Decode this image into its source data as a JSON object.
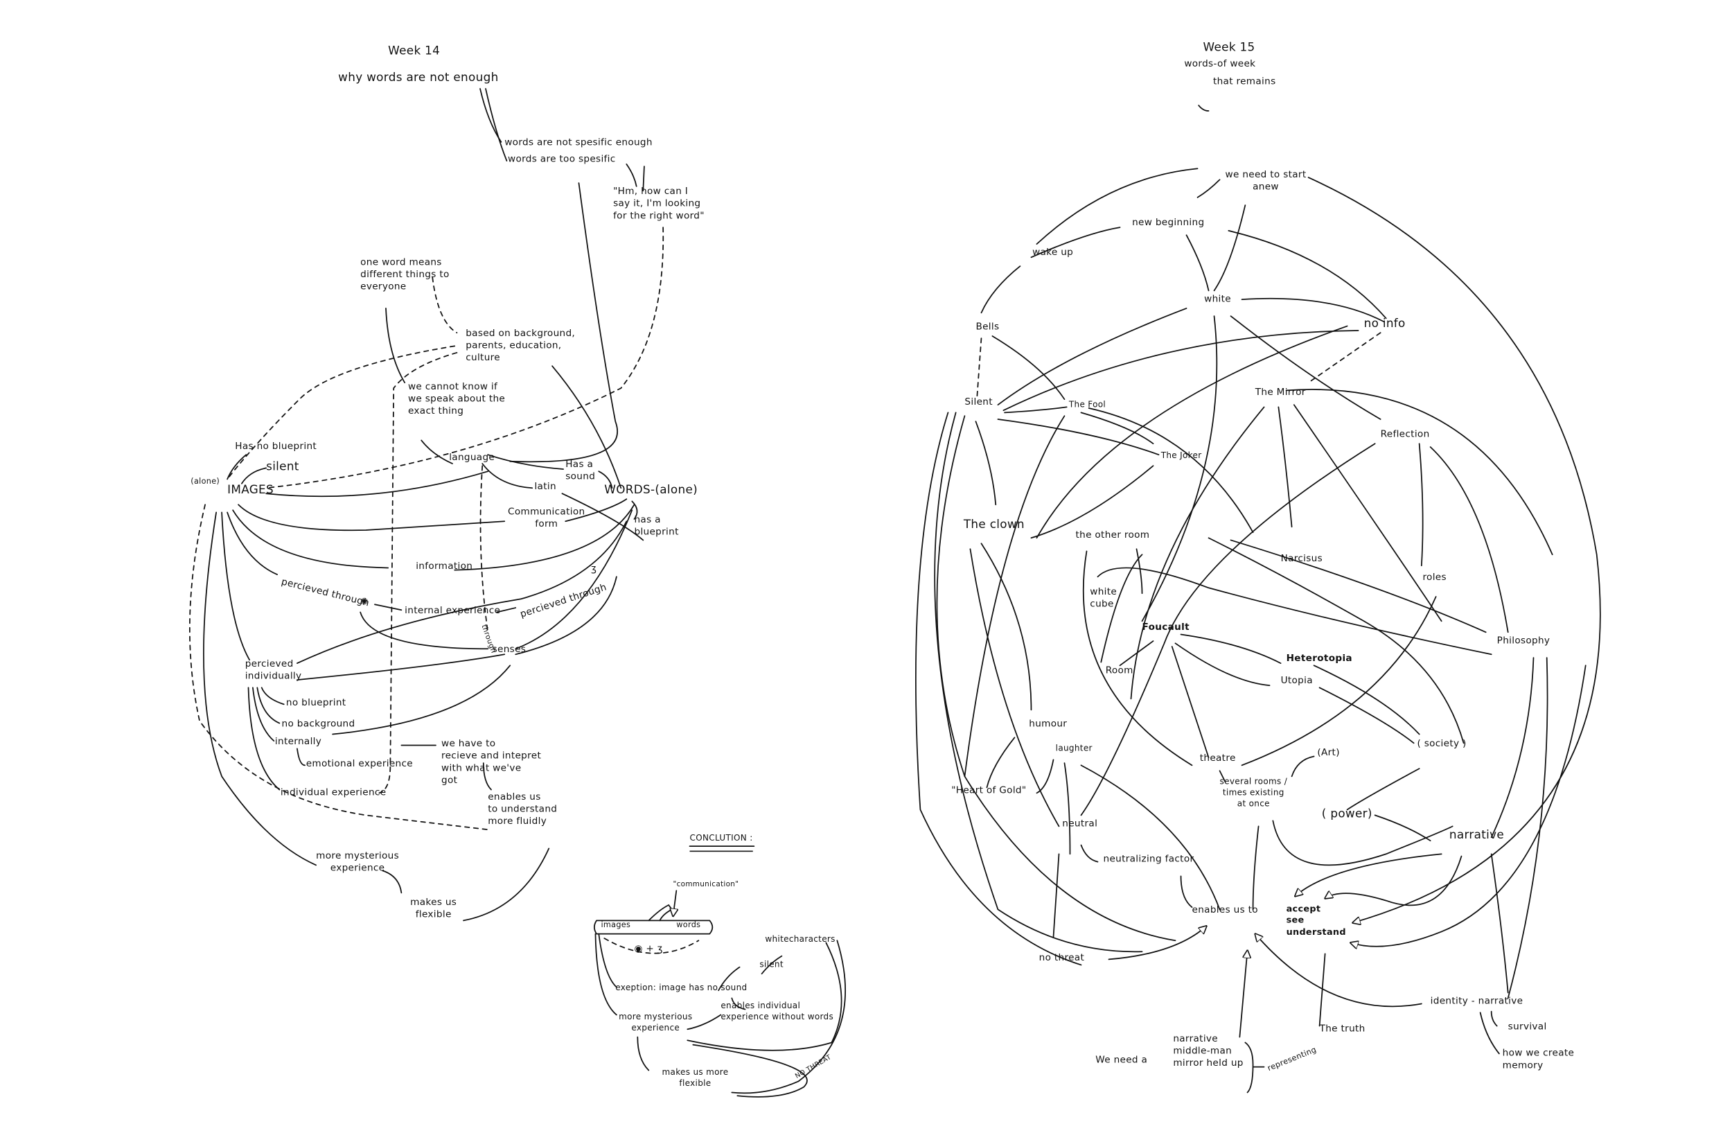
{
  "week14": {
    "title": "Week 14",
    "question": "why  words  are  not  enough",
    "not_specific": "words are not spesific enough",
    "too_specific": "words are too spesific",
    "quote": "\"Hm, how can I\nsay it, I'm looking\nfor the right word\"",
    "one_word": "one word means\ndifferent things to\neveryone",
    "based_on": "based on background,\nparents, education,\nculture",
    "cannot_know": "we cannot know if\nwe speak about the\nexact thing",
    "language": "language",
    "has_sound": "Has a\nsound",
    "latin": "latin",
    "words": "WORDS-(alone)",
    "has_blueprint": "has a\nblueprint",
    "no_blueprint_top": "Has no blueprint",
    "silent": "silent",
    "alone": "(alone)",
    "images": "IMAGES",
    "communication_form": "Communication\nform",
    "information": "information",
    "perceived_through_left": "percieved through",
    "internal_experience": "internal experience",
    "perceived_through_right": "percieved through",
    "through": "through",
    "senses": "senses",
    "perceived_individually": "percieved\nindividually",
    "no_blueprint": "no blueprint",
    "no_background": "no background",
    "internally": "internally",
    "emotional_experience": "emotional experience",
    "individual_experience": "individual experience",
    "receive_interpret": "we have to\nrecieve and intepret\nwith what we've\ngot",
    "understand_fluidly": "enables us\nto understand\nmore fluidly",
    "more_mysterious": "more mysterious\nexperience",
    "makes_flexible": "makes us\nflexible"
  },
  "conclusion": {
    "title": "CONCLUTION :",
    "communication": "\"communication\"",
    "bar_images": "images",
    "bar_words": "words",
    "senses_glyph": "◉  +  ʒ",
    "white_characters": "whitecharacters",
    "silent": "silent",
    "exception": "exeption: image has no sound",
    "enables_individual": "enables individual\nexperience without words",
    "more_mysterious": "more mysterious\nexperience",
    "makes_flexible": "makes us more\nflexible",
    "no_threat": "NO THREAT"
  },
  "week15": {
    "title": "Week 15",
    "subtitle": "words-of week",
    "subtitle2": "that remains",
    "start_anew": "we need to start\nanew",
    "new_beginning": "new beginning",
    "wake_up": "wake up",
    "white": "white",
    "no_info": "no info",
    "bells": "Bells",
    "silent": "Silent",
    "the_fool": "The Fool",
    "the_mirror": "The Mirror",
    "the_joker": "The Joker",
    "reflection": "Reflection",
    "the_clown": "The clown",
    "the_other_room": "the other room",
    "narcisus": "Narcisus",
    "roles": "roles",
    "white_cube": "white\ncube",
    "foucault": "Foucault",
    "philosophy": "Philosophy",
    "heterotopia": "Heterotopia",
    "room": "Room",
    "utopia": "Utopia",
    "humour": "humour",
    "laughter": "laughter",
    "art": "(Art)",
    "society": "( society )",
    "theatre": "theatre",
    "several_rooms": "several rooms /\ntimes existing\nat once",
    "heart_of_gold": "\"Heart of Gold\"",
    "power": "( power)",
    "neutral": "neutral",
    "narrative": "narrative",
    "neutralizing_factor": "neutralizing factor",
    "enables_us_to": "enables us to",
    "accept": "accept\nsee\nunderstand",
    "no_threat": "no threat",
    "identity_narrative": "identity - narrative",
    "the_truth": "The truth",
    "survival": "survival",
    "memory": "how we create\nmemory",
    "middle_man": "narrative\nmiddle-man\nmirror held up",
    "we_need_a": "We need a",
    "representing": "representing"
  }
}
